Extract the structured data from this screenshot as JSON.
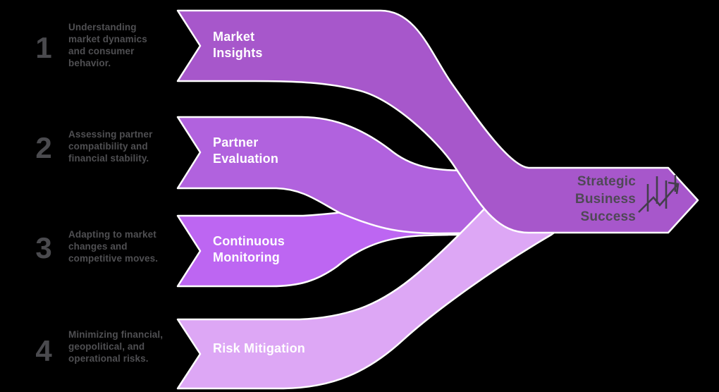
{
  "canvas": {
    "background": "#000000",
    "outline": "#ffffff"
  },
  "steps": [
    {
      "number": "1",
      "description": "Understanding\nmarket dynamics\nand consumer\nbehavior.",
      "label": "Market\nInsights",
      "color": "#a757cb"
    },
    {
      "number": "2",
      "description": "Assessing partner\ncompatibility and\nfinancial stability.",
      "label": "Partner\nEvaluation",
      "color": "#b162de"
    },
    {
      "number": "3",
      "description": "Adapting to market\nchanges and\ncompetitive moves.",
      "label": "Continuous\nMonitoring",
      "color": "#bd66f2"
    },
    {
      "number": "4",
      "description": "Minimizing financial,\ngeopolitical, and\noperational risks.",
      "label": "Risk Mitigation",
      "color": "#dda7f5"
    }
  ],
  "outcome": {
    "label": "Strategic\nBusiness\nSuccess",
    "color": "#a757cb",
    "text_color": "#4f4856",
    "icon": "growth-chart-icon",
    "icon_color": "#443e4c"
  }
}
